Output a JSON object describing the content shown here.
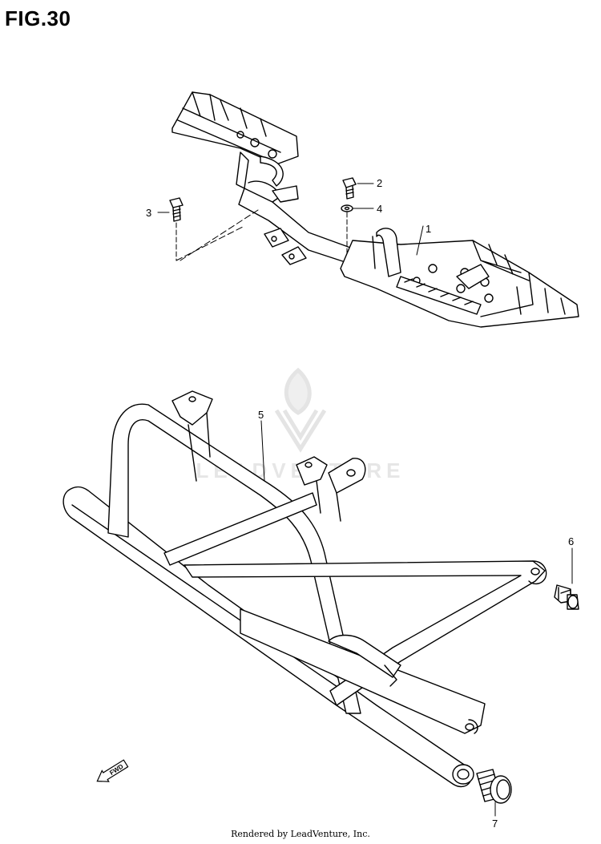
{
  "figure": {
    "title": "FIG.30"
  },
  "callouts": [
    {
      "id": "1",
      "label": "1"
    },
    {
      "id": "2",
      "label": "2"
    },
    {
      "id": "3",
      "label": "3"
    },
    {
      "id": "4",
      "label": "4"
    },
    {
      "id": "5",
      "label": "5"
    },
    {
      "id": "6",
      "label": "6"
    },
    {
      "id": "7",
      "label": "7"
    }
  ],
  "watermark": {
    "text": "LEADVENTURE"
  },
  "direction_indicator": {
    "text": "FWD"
  },
  "footer": {
    "text": "Rendered by LeadVenture, Inc."
  }
}
